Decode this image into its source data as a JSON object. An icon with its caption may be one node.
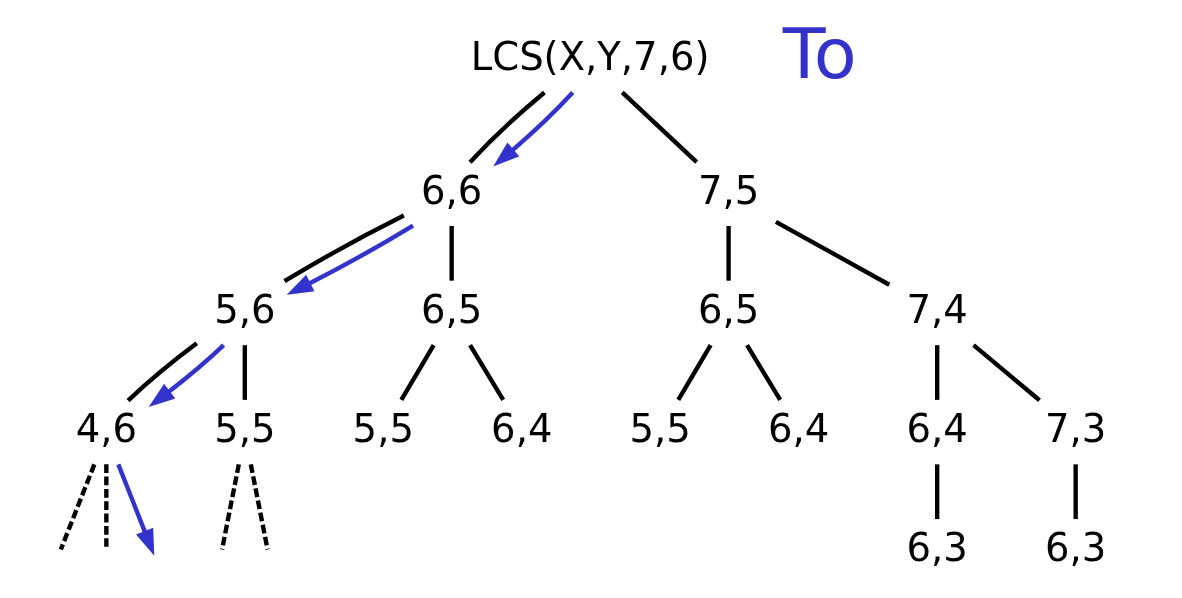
{
  "diagram": {
    "nodes": [
      {
        "text": [
          "LCS(X,Y,7,6)"
        ]
      },
      {
        "text": [
          "6,6"
        ]
      },
      {
        "text": [
          "7,5"
        ]
      },
      {
        "text": [
          "5,6"
        ]
      },
      {
        "text": [
          "6,5"
        ]
      },
      {
        "text": [
          "6,5"
        ]
      },
      {
        "text": [
          "7,4"
        ]
      },
      {
        "text": [
          "4,6"
        ]
      },
      {
        "text": [
          "5,5"
        ]
      },
      {
        "text": [
          "5,5"
        ]
      },
      {
        "text": [
          "6,4"
        ]
      },
      {
        "text": [
          "5,5"
        ]
      },
      {
        "text": [
          "6,4"
        ]
      },
      {
        "text": [
          "6,4"
        ]
      },
      {
        "text": [
          "7,3"
        ]
      },
      {
        "text": [
          "6,3"
        ]
      },
      {
        "text": [
          "6,3"
        ]
      }
    ],
    "edges": [
      {
        "from": 0,
        "to": 1,
        "arrow": "none"
      },
      {
        "from": 0,
        "to": 2,
        "arrow": "none"
      },
      {
        "from": 1,
        "to": 3,
        "arrow": "none"
      },
      {
        "from": 1,
        "to": 4,
        "arrow": "none"
      },
      {
        "from": 2,
        "to": 5,
        "arrow": "none"
      },
      {
        "from": 2,
        "to": 6,
        "arrow": "none"
      },
      {
        "from": 3,
        "to": 7,
        "arrow": "none"
      },
      {
        "from": 3,
        "to": 8,
        "arrow": "none"
      },
      {
        "from": 4,
        "to": 9,
        "arrow": "none"
      },
      {
        "from": 4,
        "to": 10,
        "arrow": "none"
      },
      {
        "from": 5,
        "to": 11,
        "arrow": "none"
      },
      {
        "from": 5,
        "to": 12,
        "arrow": "none"
      },
      {
        "from": 6,
        "to": 13,
        "arrow": "none"
      },
      {
        "from": 6,
        "to": 14,
        "arrow": "none"
      },
      {
        "from": 13,
        "to": 15,
        "arrow": "none"
      },
      {
        "from": 14,
        "to": 16,
        "arrow": "none"
      },
      {
        "from": 7,
        "to": null,
        "arrow": "none",
        "style": "dashed"
      },
      {
        "from": 7,
        "to": null,
        "arrow": "none",
        "style": "dashed"
      },
      {
        "from": 8,
        "to": null,
        "arrow": "none",
        "style": "dashed"
      },
      {
        "from": 8,
        "to": null,
        "arrow": "none",
        "style": "dashed"
      },
      {
        "from": 0,
        "to": 1,
        "arrow": "to",
        "color": "#3333cc"
      },
      {
        "from": 1,
        "to": 3,
        "arrow": "to",
        "color": "#3333cc"
      },
      {
        "from": 3,
        "to": 7,
        "arrow": "to",
        "color": "#3333cc"
      },
      {
        "from": 7,
        "to": null,
        "arrow": "to",
        "color": "#3333cc"
      }
    ],
    "labels": [
      "To"
    ]
  }
}
